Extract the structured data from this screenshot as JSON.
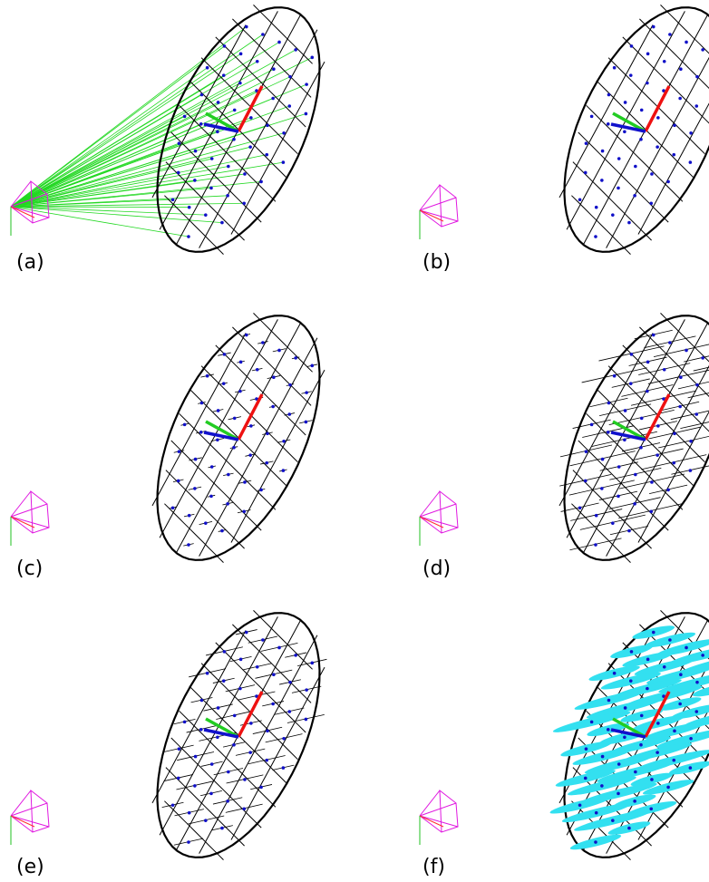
{
  "panels": [
    {
      "label": "(a)",
      "overlay": "rays"
    },
    {
      "label": "(b)",
      "overlay": "points"
    },
    {
      "label": "(c)",
      "overlay": "short-segments"
    },
    {
      "label": "(d)",
      "overlay": "long-segments"
    },
    {
      "label": "(e)",
      "overlay": "medium-segments"
    },
    {
      "label": "(f)",
      "overlay": "ellipses"
    }
  ],
  "colors": {
    "mesh": "#000000",
    "point": "#1010c8",
    "ray": "#22d822",
    "camera": "#e018e0",
    "camera_axis_x": "#ff3030",
    "camera_axis_y": "#22c022",
    "axis_x": "#ee1111",
    "axis_y": "#22cc22",
    "axis_z": "#1111cc",
    "uncertainty": "#33e0f0",
    "segment": "#000000"
  }
}
